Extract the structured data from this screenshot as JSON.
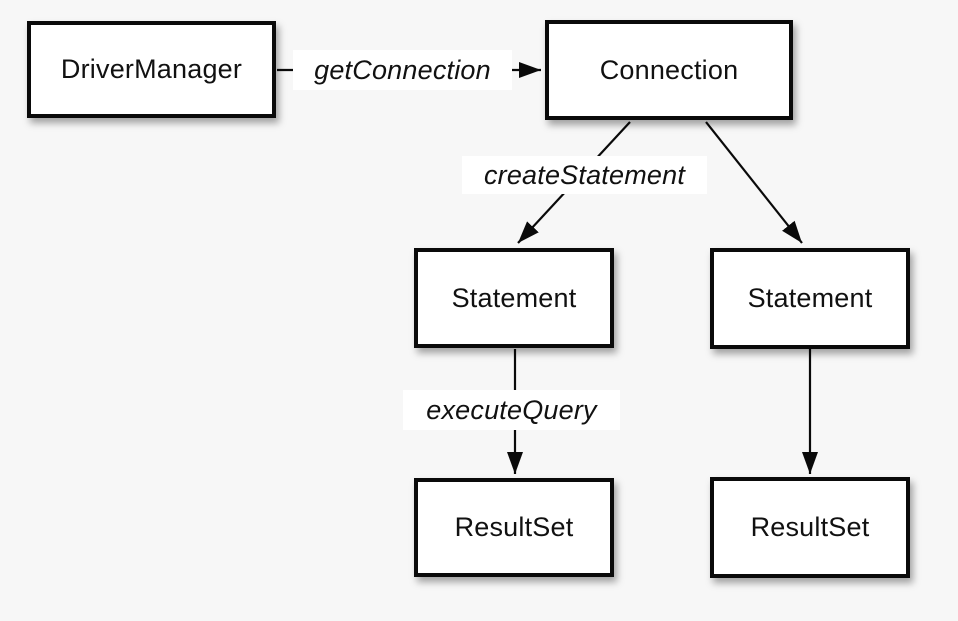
{
  "page": {
    "background_color": "#f7f7f7"
  },
  "diagram": {
    "type": "flow",
    "colors": {
      "box_fill": "#ffffff",
      "box_border": "#0a0a0a",
      "arrow": "#0a0a0a",
      "label_background": "#ffffff",
      "text": "#111111"
    },
    "nodes": [
      {
        "id": "driver-manager",
        "label": "DriverManager"
      },
      {
        "id": "connection",
        "label": "Connection"
      },
      {
        "id": "statement-left",
        "label": "Statement"
      },
      {
        "id": "statement-right",
        "label": "Statement"
      },
      {
        "id": "resultset-left",
        "label": "ResultSet"
      },
      {
        "id": "resultset-right",
        "label": "ResultSet"
      }
    ],
    "edges": [
      {
        "from": "DriverManager",
        "to": "Connection",
        "label": "getConnection"
      },
      {
        "from": "Connection",
        "to": "Statement-left",
        "label": "createStatement"
      },
      {
        "from": "Connection",
        "to": "Statement-right",
        "label": ""
      },
      {
        "from": "Statement-left",
        "to": "ResultSet-left",
        "label": "executeQuery"
      },
      {
        "from": "Statement-right",
        "to": "ResultSet-right",
        "label": ""
      }
    ]
  }
}
